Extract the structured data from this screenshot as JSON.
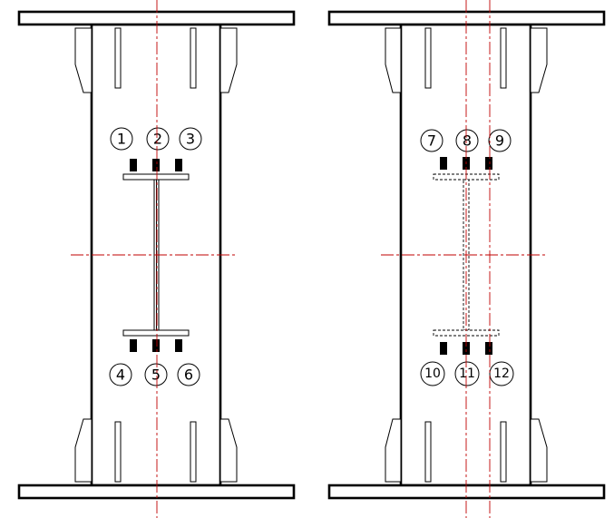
{
  "gauge_labels": {
    "left_top": [
      "1",
      "2",
      "3"
    ],
    "left_bottom": [
      "4",
      "5",
      "6"
    ],
    "right_top": [
      "7",
      "8",
      "9"
    ],
    "right_bottom": [
      "10",
      "11",
      "12"
    ]
  },
  "colors": {
    "outline": "#000000",
    "center_line": "#c00000",
    "background": "#ffffff",
    "gauge": "#000000"
  }
}
